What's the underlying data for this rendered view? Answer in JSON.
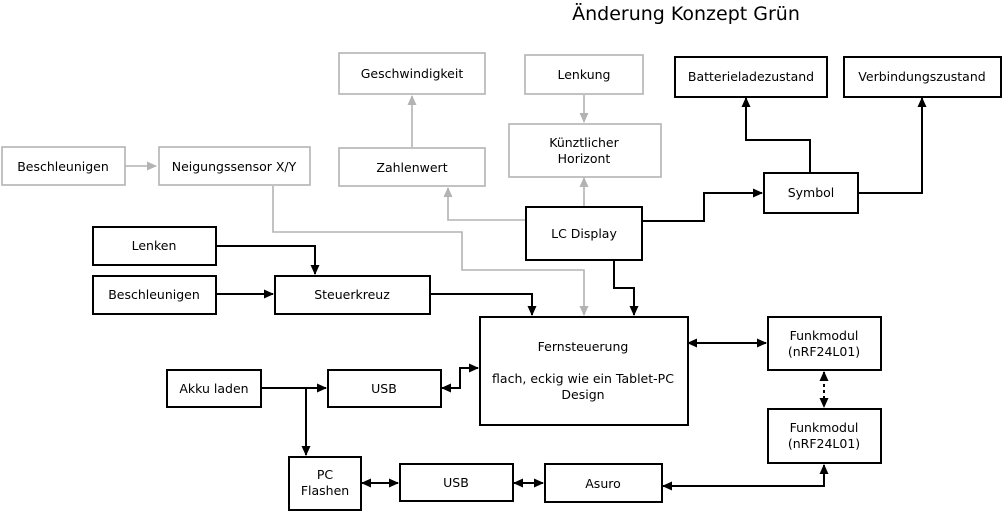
{
  "title": "Änderung Konzept Grün",
  "nodes": {
    "geschwindigkeit": "Geschwindigkeit",
    "lenkung": "Lenkung",
    "batterieladezustand": "Batterieladezustand",
    "verbindungszustand": "Verbindungszustand",
    "beschleunigen_top": "Beschleunigen",
    "neigungssensor": "Neigungssensor X/Y",
    "zahlenwert": "Zahlenwert",
    "horizont_line1": "Künztlicher",
    "horizont_line2": "Horizont",
    "symbol": "Symbol",
    "lc_display": "LC Display",
    "lenken": "Lenken",
    "beschleunigen_bottom": "Beschleunigen",
    "steuerkreuz": "Steuerkreuz",
    "fernsteuerung_line1": "Fernsteuerung",
    "fernsteuerung_line2": "flach, eckig wie ein Tablet-PC",
    "fernsteuerung_line3": "Design",
    "funkmodul1_line1": "Funkmodul",
    "funkmodul1_line2": "(nRF24L01)",
    "funkmodul2_line1": "Funkmodul",
    "funkmodul2_line2": "(nRF24L01)",
    "akku_laden": "Akku laden",
    "usb_top": "USB",
    "pc_line1": "PC",
    "pc_line2": "Flashen",
    "usb_bottom": "USB",
    "asuro": "Asuro"
  }
}
